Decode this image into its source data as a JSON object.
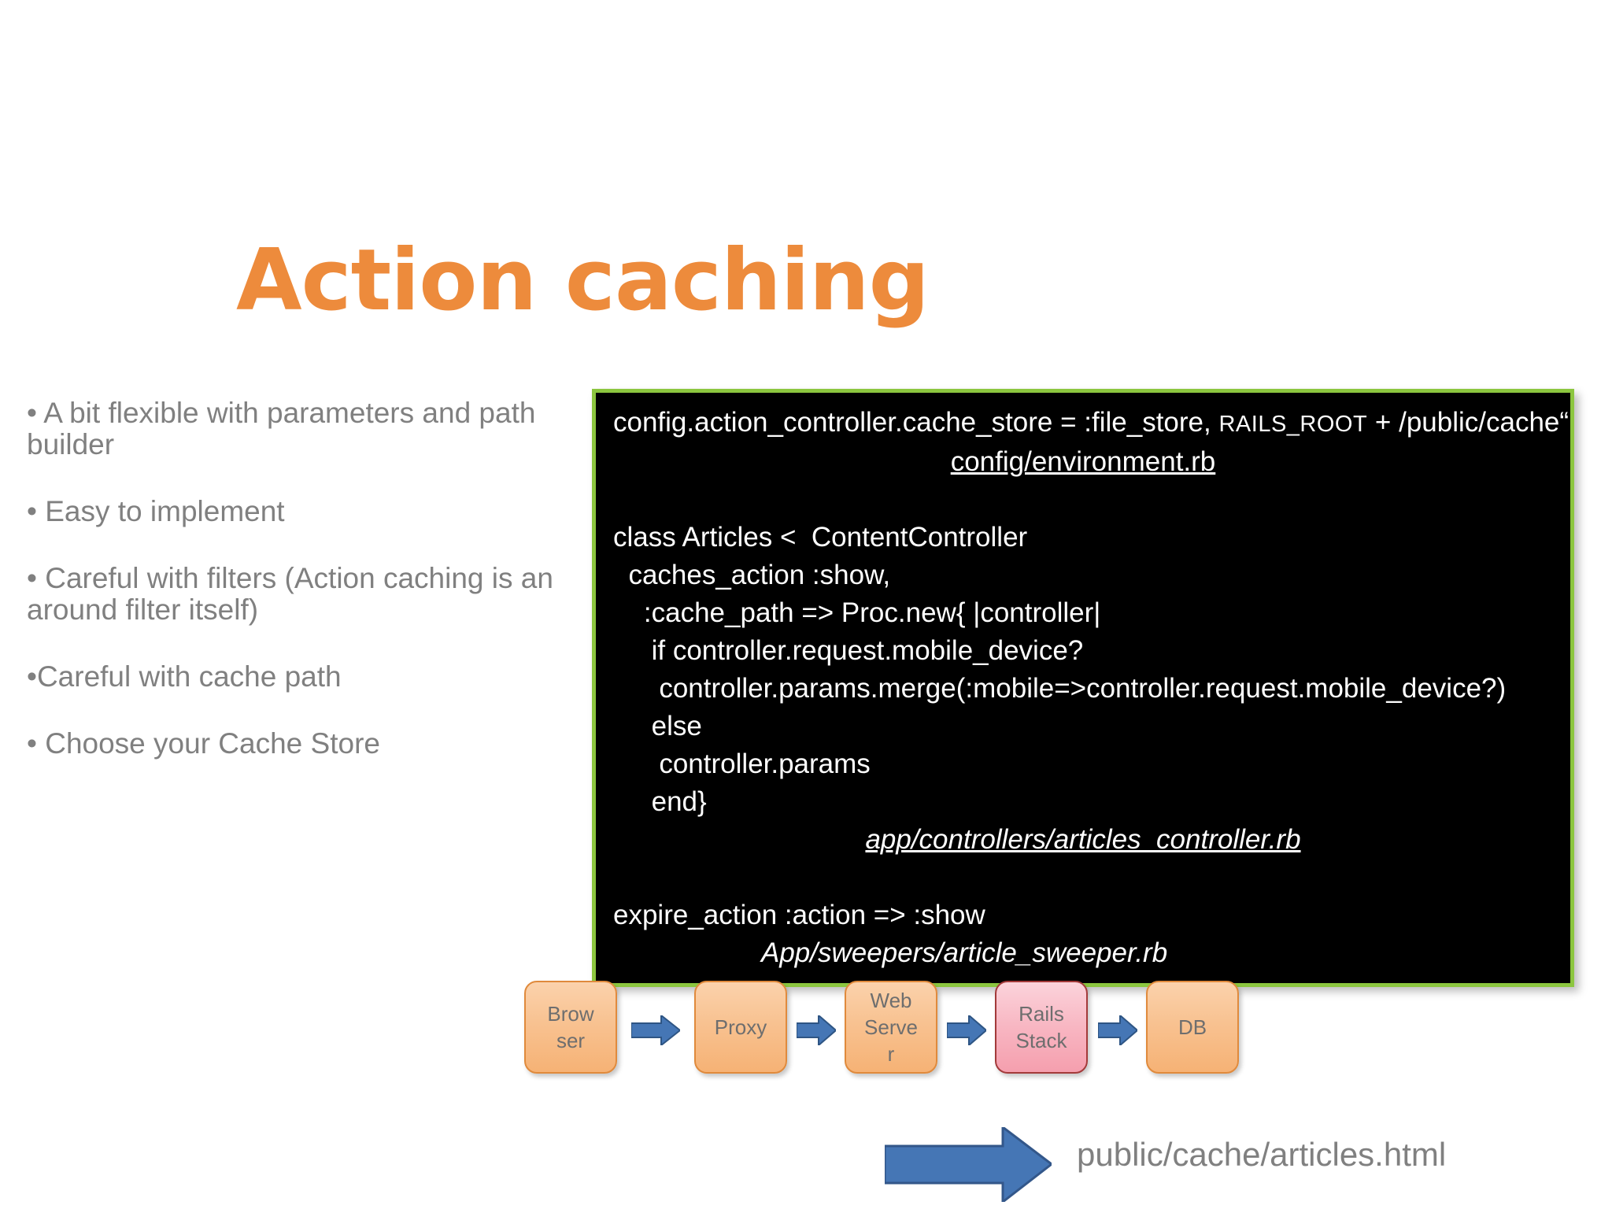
{
  "slide": {
    "title": "Action caching",
    "title_color": "#ED8B3C",
    "body_text_color": "#808080",
    "background": "#FFFFFF"
  },
  "bullets": [
    {
      "text": "• A bit flexible with parameters and path builder"
    },
    {
      "text": "• Easy to implement"
    },
    {
      "text": "• Careful with filters (Action caching is an around filter itself)"
    },
    {
      "text": "•Careful with cache path"
    },
    {
      "text": "• Choose your Cache Store"
    }
  ],
  "code_panel": {
    "background": "#000000",
    "border_color": "#8CC63F",
    "text_color": "#FFFFFF",
    "lines": [
      {
        "text": "config.action_controller.cache_store = :file_store, ",
        "smallcaps": "RAILS_ROOT",
        "tail": " + /public/cache“",
        "align": "left",
        "style": "normal"
      },
      {
        "text": "config/environment.rb",
        "align": "center",
        "style": "underline"
      },
      {
        "text": "",
        "align": "left",
        "style": "blank"
      },
      {
        "text": "class Articles <  ContentController",
        "align": "left",
        "style": "normal"
      },
      {
        "text": "  caches_action :show,",
        "align": "left",
        "style": "normal"
      },
      {
        "text": "    :cache_path => Proc.new{ |controller|",
        "align": "left",
        "style": "normal"
      },
      {
        "text": "     if controller.request.mobile_device?",
        "align": "left",
        "style": "normal"
      },
      {
        "text": "      controller.params.merge(:mobile=>controller.request.mobile_device?)",
        "align": "left",
        "style": "normal"
      },
      {
        "text": "     else",
        "align": "left",
        "style": "normal"
      },
      {
        "text": "      controller.params",
        "align": "left",
        "style": "normal"
      },
      {
        "text": "     end}",
        "align": "left",
        "style": "normal"
      },
      {
        "text": "app/controllers/articles_controller.rb",
        "align": "center",
        "style": "italic-underline"
      },
      {
        "text": "",
        "align": "left",
        "style": "blank"
      },
      {
        "text": "expire_action :action => :show",
        "align": "left",
        "style": "normal"
      },
      {
        "text": "App/sweepers/article_sweeper.rb",
        "align": "center-offset",
        "style": "italic"
      }
    ]
  },
  "flow_diagram": {
    "boxes": [
      {
        "name": "browser",
        "lines": [
          "Brow",
          "ser"
        ],
        "color": "orange"
      },
      {
        "name": "proxy",
        "lines": [
          "Proxy"
        ],
        "color": "orange"
      },
      {
        "name": "web-server",
        "lines": [
          "Web",
          "Serve",
          "r"
        ],
        "color": "orange"
      },
      {
        "name": "rails-stack",
        "lines": [
          "Rails",
          "Stack"
        ],
        "color": "pink"
      },
      {
        "name": "db",
        "lines": [
          "DB"
        ],
        "color": "orange"
      }
    ],
    "arrow_color": "#4576B5"
  },
  "cache_output": {
    "arrow_color": "#4576B5",
    "caption": "public/cache/articles.html"
  }
}
